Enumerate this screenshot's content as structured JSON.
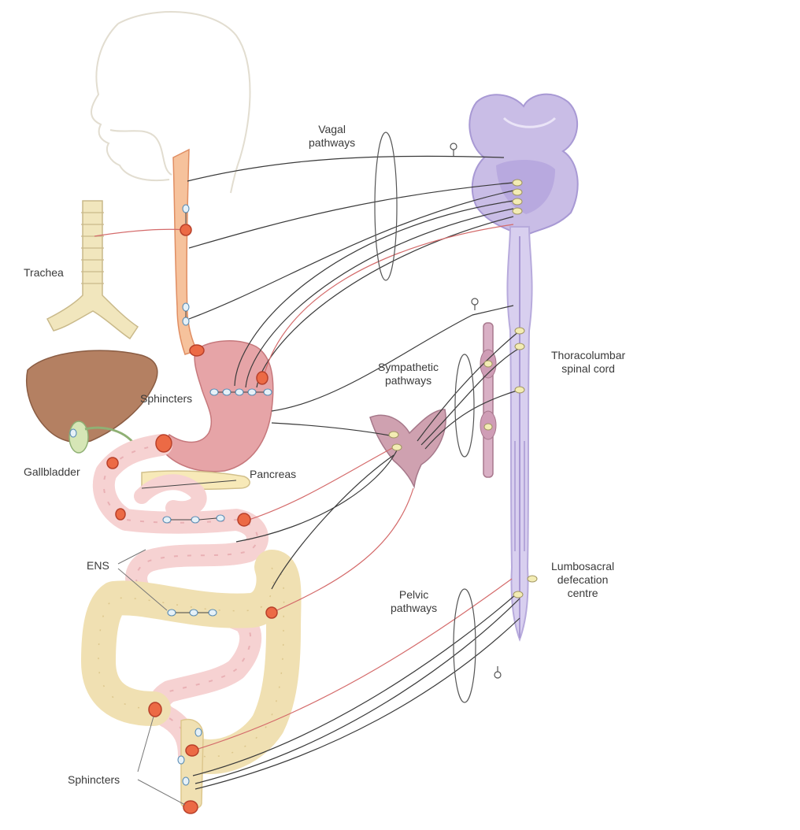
{
  "labels": {
    "vagal": [
      "Vagal",
      "pathways"
    ],
    "trachea": "Trachea",
    "sphincters_upper": "Sphincters",
    "gallbladder": "Gallbladder",
    "pancreas": "Pancreas",
    "ens": "ENS",
    "sympathetic": [
      "Sympathetic",
      "pathways"
    ],
    "thoracolumbar": [
      "Thoracolumbar",
      "spinal cord"
    ],
    "lumbosacral": [
      "Lumbosacral",
      "defecation",
      "centre"
    ],
    "pelvic": [
      "Pelvic",
      "pathways"
    ],
    "sphincters_lower": "Sphincters"
  },
  "colors": {
    "brainstem": "#c9bde6",
    "spinal_cord": "#d8cfef",
    "oesophagus": "#f6c29c",
    "stomach": "#e6a4a7",
    "small_intestine": "#f6d2d2",
    "colon": "#f0e0b2",
    "liver": "#b48062",
    "trachea": "#f1e6bd",
    "pancreas": "#f7e9b8",
    "sphincter": "#ec6a45",
    "ganglion": "#f3ecb4",
    "efferent_line": "#3a3a3a",
    "afferent_line": "#d46a6a",
    "ens_neuron": "#7fb4d8"
  }
}
